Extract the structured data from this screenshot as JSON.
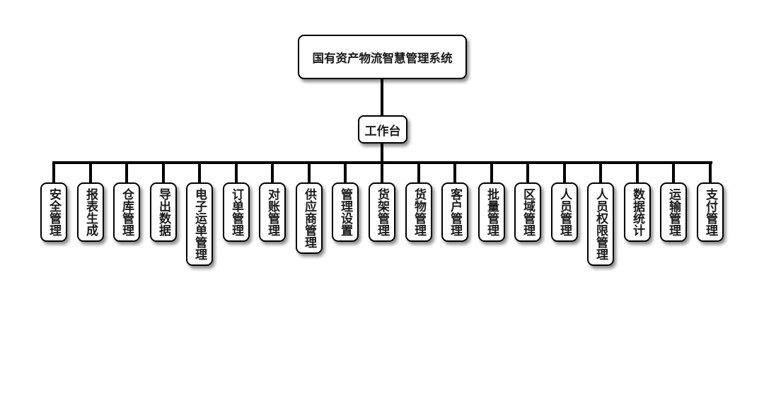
{
  "root": {
    "label": "国有资产物流智慧管理系统"
  },
  "hub": {
    "label": "工作台"
  },
  "modules": [
    {
      "label": "安全管理"
    },
    {
      "label": "报表生成"
    },
    {
      "label": "仓库管理"
    },
    {
      "label": "导出数据"
    },
    {
      "label": "电子运单管理"
    },
    {
      "label": "订单管理"
    },
    {
      "label": "对账管理"
    },
    {
      "label": "供应商管理"
    },
    {
      "label": "管理设置"
    },
    {
      "label": "货架管理"
    },
    {
      "label": "货物管理"
    },
    {
      "label": "客户管理"
    },
    {
      "label": "批量管理"
    },
    {
      "label": "区域管理"
    },
    {
      "label": "人员管理"
    },
    {
      "label": "人员权限管理"
    },
    {
      "label": "数据统计"
    },
    {
      "label": "运输管理"
    },
    {
      "label": "支付管理"
    }
  ]
}
